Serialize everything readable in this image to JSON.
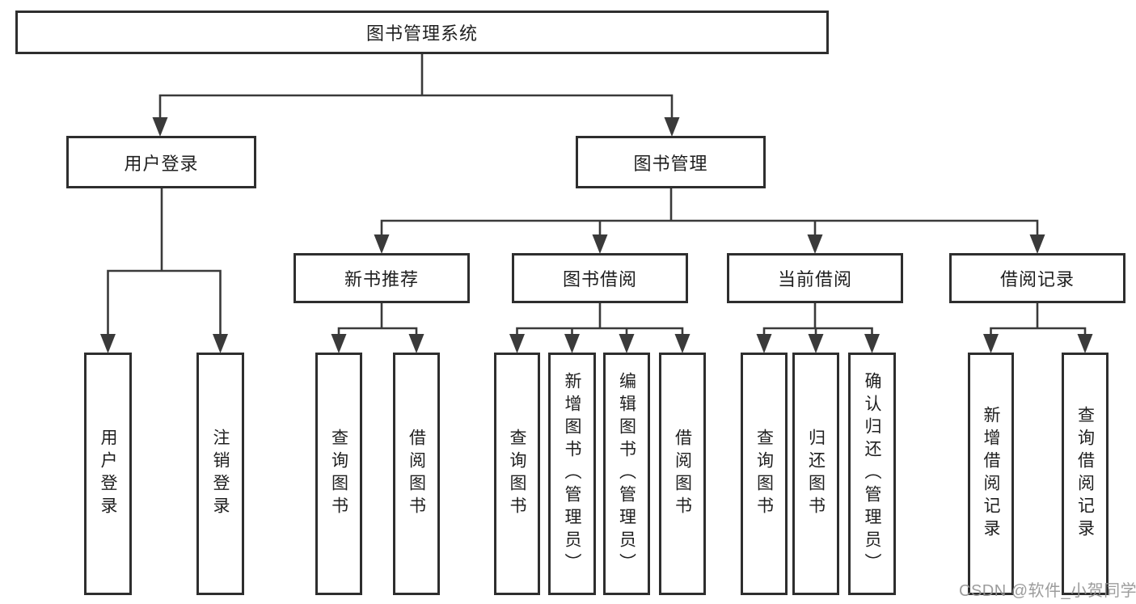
{
  "page": {
    "background_color": "#ffffff",
    "box_border_color": "#2e2e2e",
    "connector_color": "#3a3a3a",
    "text_color": "#1f1f1f",
    "watermark_color": "#949494"
  },
  "watermark": {
    "text": "CSDN @软件_小贺同学"
  },
  "diagram": {
    "type": "hierarchy-tree",
    "tree": {
      "label": "图书管理系统",
      "children": [
        {
          "label": "用户登录",
          "children": [
            {
              "label": "用户登录"
            },
            {
              "label": "注销登录"
            }
          ]
        },
        {
          "label": "图书管理",
          "children": [
            {
              "label": "新书推荐",
              "children": [
                {
                  "label": "查询图书"
                },
                {
                  "label": "借阅图书"
                }
              ]
            },
            {
              "label": "图书借阅",
              "children": [
                {
                  "label": "查询图书"
                },
                {
                  "label": "新增图书（管理员）"
                },
                {
                  "label": "编辑图书（管理员）"
                },
                {
                  "label": "借阅图书"
                }
              ]
            },
            {
              "label": "当前借阅",
              "children": [
                {
                  "label": "查询图书"
                },
                {
                  "label": "归还图书"
                },
                {
                  "label": "确认归还（管理员）"
                }
              ]
            },
            {
              "label": "借阅记录",
              "children": [
                {
                  "label": "新增借阅记录"
                },
                {
                  "label": "查询借阅记录"
                }
              ]
            }
          ]
        }
      ]
    }
  }
}
